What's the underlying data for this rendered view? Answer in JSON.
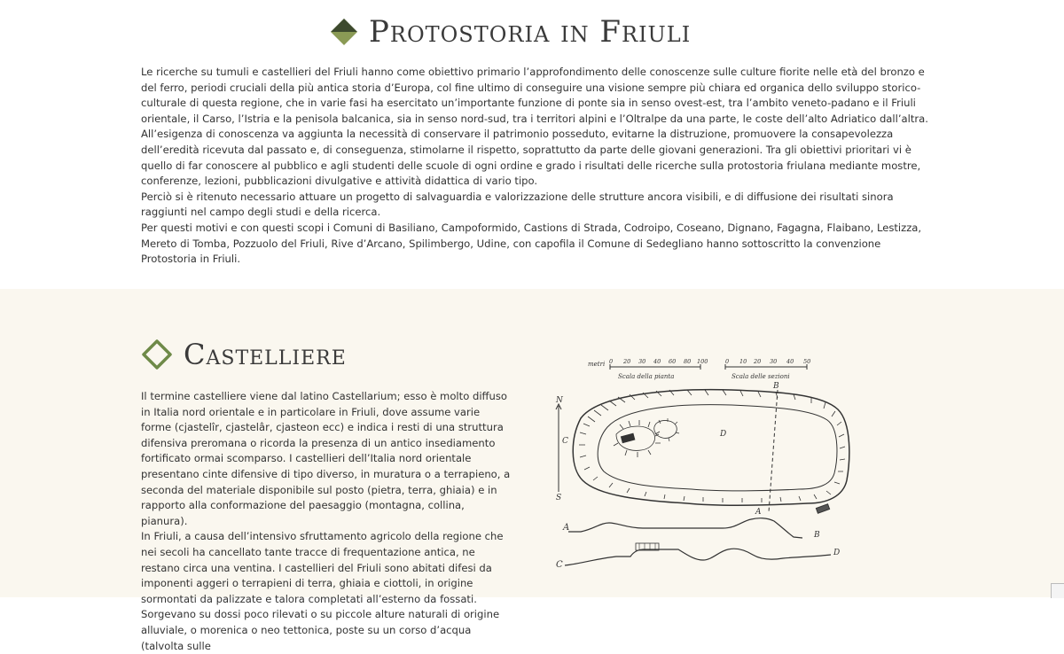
{
  "section1": {
    "title": "Protostoria in Friuli",
    "paragraphs": [
      "Le ricerche su tumuli e castellieri del Friuli hanno come obiettivo primario l’approfondimento delle conoscenze sulle culture fiorite nelle età del bronzo e del ferro, periodi cruciali della più antica storia d’Europa, col fine ultimo di conseguire una visione sempre più chiara ed organica dello sviluppo storico-culturale di questa regione, che in varie fasi ha esercitato un’importante funzione di ponte sia in senso ovest-est, tra l’ambito veneto-padano e il Friuli orientale, il Carso, l’Istria e la penisola balcanica, sia in senso nord-sud, tra i territori alpini e l’Oltralpe da una parte, le coste dell’alto Adriatico dall’altra.",
      "All’esigenza di conoscenza va aggiunta la necessità di conservare il patrimonio posseduto, evitarne la distruzione, promuovere la consapevolezza dell’eredità ricevuta dal passato e, di conseguenza, stimolarne il rispetto, soprattutto da parte delle giovani generazioni. Tra gli obiettivi prioritari vi è quello di far conoscere al pubblico e agli studenti delle scuole di ogni ordine e grado i risultati delle ricerche sulla protostoria friulana mediante mostre, conferenze, lezioni, pubblicazioni divulgative e attività didattica di vario tipo.",
      "Perciò si è ritenuto necessario attuare un progetto di salvaguardia e valorizzazione delle strutture ancora visibili, e di diffusione dei risultati sinora raggiunti nel campo degli studi e della ricerca.",
      "Per questi motivi e con questi scopi i Comuni di Basiliano, Campoformido, Castions di Strada, Codroipo, Coseano, Dignano, Fagagna, Flaibano, Lestizza, Mereto di Tomba, Pozzuolo del Friuli, Rive d’Arcano, Spilimbergo, Udine, con capofila il Comune di Sedegliano hanno sottoscritto la convenzione Protostoria in Friuli."
    ]
  },
  "section2": {
    "title": "Castelliere",
    "paragraphs": [
      "Il termine castelliere viene dal latino Castellarium; esso è molto diffuso in Italia nord orientale e in particolare in Friuli, dove assume varie forme (cjastelîr, cjastelâr, cjasteon ecc) e indica i resti di una struttura difensiva preromana o ricorda la presenza di un antico insediamento fortificato ormai scomparso. I castellieri dell’Italia nord orientale presentano cinte difensive di tipo diverso, in muratura o a terrapieno, a seconda del materiale disponibile sul posto (pietra, terra, ghiaia) e in rapporto alla conformazione del paesaggio (montagna, collina, pianura).",
      "In Friuli, a causa dell’intensivo sfruttamento agricolo della regione che nei secoli ha cancellato tante tracce di frequentazione antica, ne restano circa una ventina. I castellieri del Friuli sono abitati difesi da imponenti aggeri o terrapieni di terra, ghiaia e ciottoli, in origine sormontati da palizzate e talora completati all’esterno da fossati. Sorgevano su dossi poco rilevati o su piccole alture naturali di origine alluviale, o morenica o neo tettonica, poste su un corso d’acqua (talvolta sulle"
    ]
  },
  "drawing": {
    "scale_left_unit": "metri",
    "scale_left_ticks": [
      "0",
      "20",
      "30",
      "40",
      "60",
      "80",
      "100"
    ],
    "scale_left_caption": "Scala della pianta",
    "scale_right_ticks": [
      "0",
      "10",
      "20",
      "30",
      "40",
      "50"
    ],
    "scale_right_caption": "Scala delle sezioni",
    "label_N": "N",
    "label_S": "S",
    "label_C": "C",
    "label_D": "D",
    "label_B": "B",
    "label_A": "A",
    "label_A2": "A",
    "label_B2": "B",
    "label_C2": "C",
    "label_D2": "D"
  },
  "colors": {
    "diamond_dark": "#3d4a2e",
    "diamond_light": "#8a9a55",
    "diamond_outline": "#6e8a48",
    "section_bg": "#faf7ef"
  }
}
